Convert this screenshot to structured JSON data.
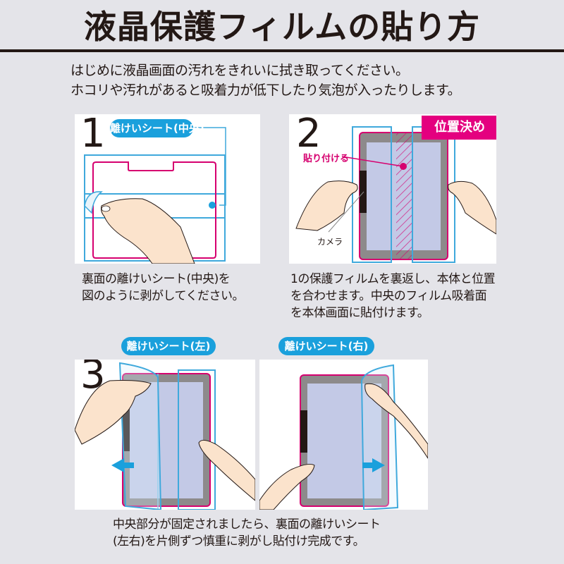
{
  "title": "液晶保護フィルムの貼り方",
  "intro": {
    "line1": "はじめに液晶画面の汚れをきれいに拭き取ってください。",
    "line2": "ホコリや汚れがあると吸着力が低下したり気泡が入ったりします。"
  },
  "steps": [
    {
      "number": "1",
      "callout": "離けいシート(中央)",
      "caption": [
        "裏面の離けいシート(中央)を",
        "図のように剥がしてください。"
      ]
    },
    {
      "number": "2",
      "tag": "位置決め",
      "label_attach": "貼り付ける",
      "label_camera": "カメラ",
      "caption": [
        "1の保護フィルムを裏返し、本体と位置",
        "を合わせます。中央のフィルム吸着面",
        "を本体画面に貼付けます。"
      ]
    },
    {
      "number": "3",
      "callout_left": "離けいシート(左)",
      "callout_right": "離けいシート(右)",
      "caption": [
        "中央部分が固定されましたら、裏面の離けいシート",
        "(左右)を片側ずつ慎重に剥がし貼付け完成です。"
      ]
    }
  ],
  "colors": {
    "background": "#e4e4e9",
    "callout_blue": "#1aa0dc",
    "film_outline": "#3fa9dc",
    "device_magenta": "#d6006f",
    "tag_magenta": "#e4007f",
    "screen_blue": "#c3c9e6",
    "bezel_gray": "#8d8a8b",
    "skin": "#fbe3cc",
    "text": "#231815"
  }
}
